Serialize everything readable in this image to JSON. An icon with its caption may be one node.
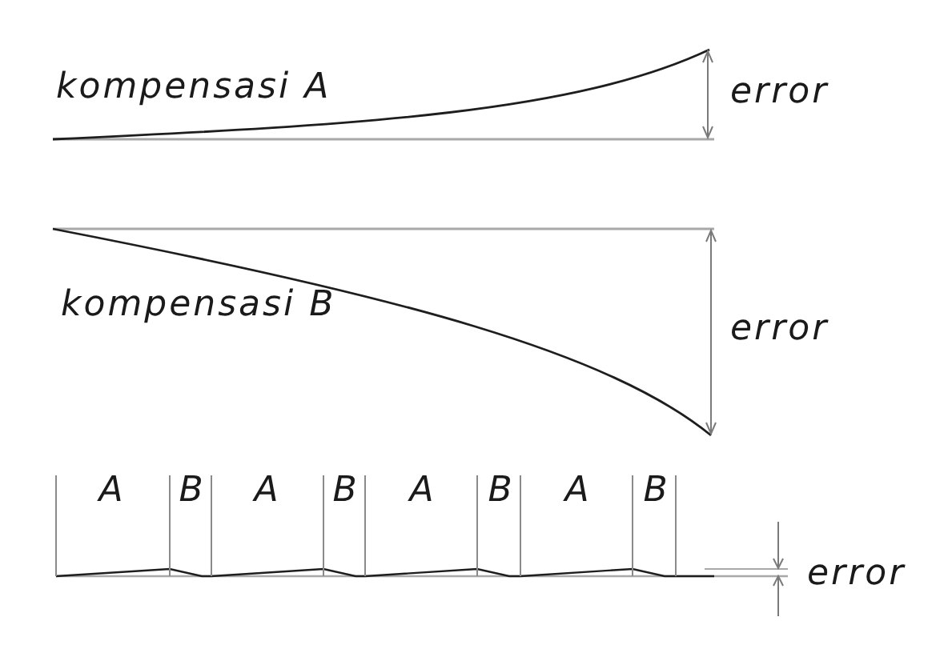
{
  "diagram": {
    "labels": [
      "kompensasi A",
      "error",
      "kompensasi B",
      "error",
      "A",
      "B",
      "A",
      "B",
      "A",
      "B",
      "A",
      "B",
      "error"
    ]
  }
}
